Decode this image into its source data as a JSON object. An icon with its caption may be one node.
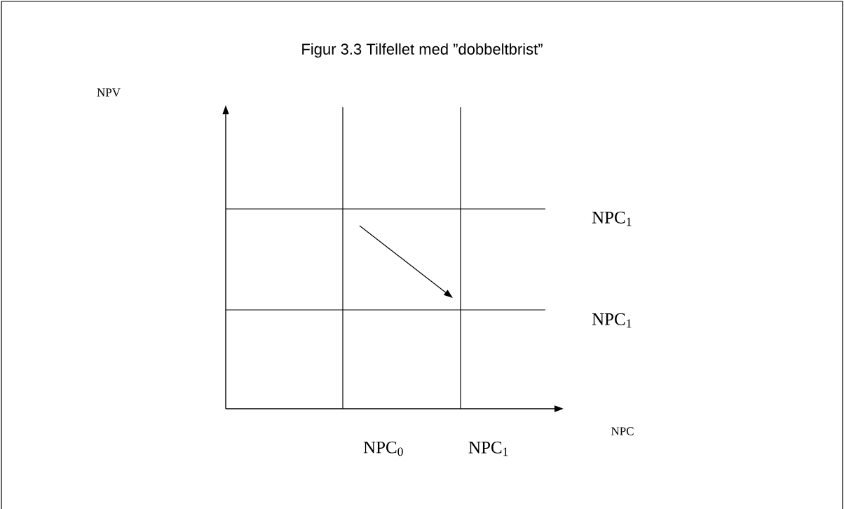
{
  "diagram": {
    "title": "Figur 3.3 Tilfellet med ”dobbeltbrist”",
    "labels": [
      "NPV",
      "NPC$_{1}$",
      "NPC$_{1}$",
      "NPC",
      "NPC$_{0}$",
      "NPC$_{1}$"
    ]
  }
}
